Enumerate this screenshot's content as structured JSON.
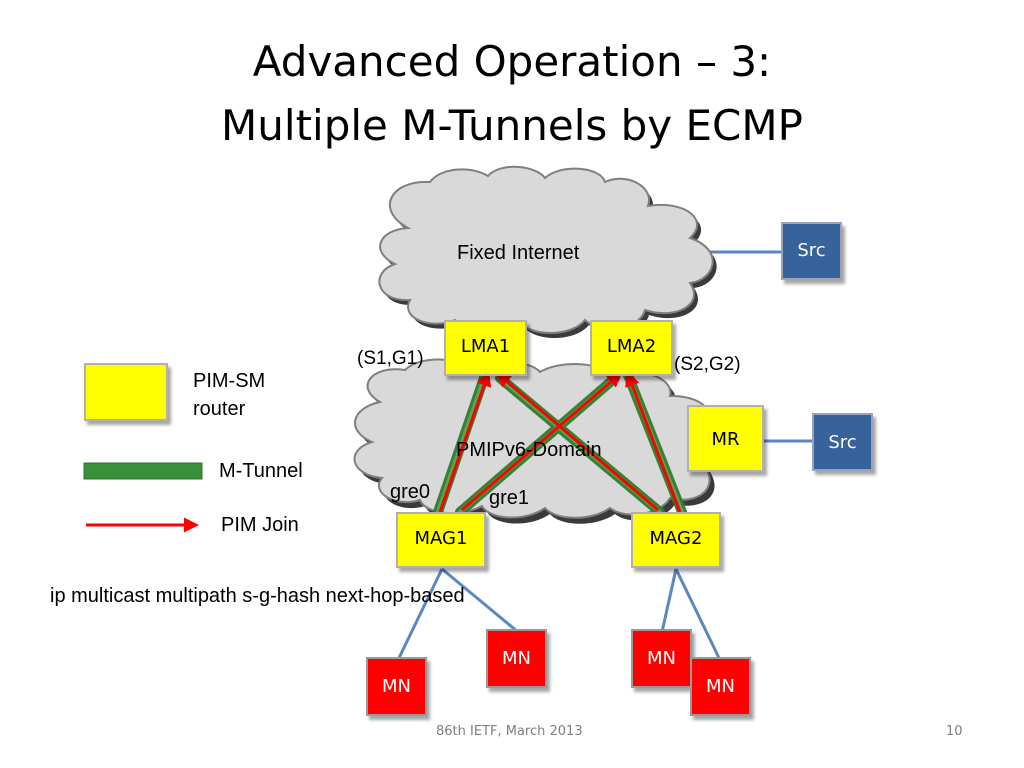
{
  "title": {
    "line1": "Advanced Operation – 3:",
    "line2": "Multiple M-Tunnels by ECMP"
  },
  "clouds": {
    "fixed_internet": "Fixed Internet",
    "pmipv6_domain": "PMIPv6-Domain"
  },
  "nodes": {
    "lma1": "LMA1",
    "lma2": "LMA2",
    "mag1": "MAG1",
    "mag2": "MAG2",
    "mr": "MR",
    "src_top": "Src",
    "src_right": "Src",
    "mn1": "MN",
    "mn2": "MN",
    "mn3": "MN",
    "mn4": "MN"
  },
  "labels": {
    "s1g1": "(S1,G1)",
    "s2g2": "(S2,G2)",
    "gre0": "gre0",
    "gre1": "gre1",
    "command": "ip multicast multipath s-g-hash next-hop-based"
  },
  "legend": {
    "router_line1": "PIM-SM",
    "router_line2": "router",
    "tunnel": "M-Tunnel",
    "join": "PIM Join"
  },
  "colors": {
    "router": "#ffff00",
    "mn": "#ff0000",
    "src": "#37629a",
    "tunnel": "#3a8f3a",
    "join": "#ff0000",
    "link": "#5b87c0",
    "cloud": "#d9d9d9"
  },
  "footer": {
    "conference": "86th IETF, March 2013",
    "page": "10"
  }
}
